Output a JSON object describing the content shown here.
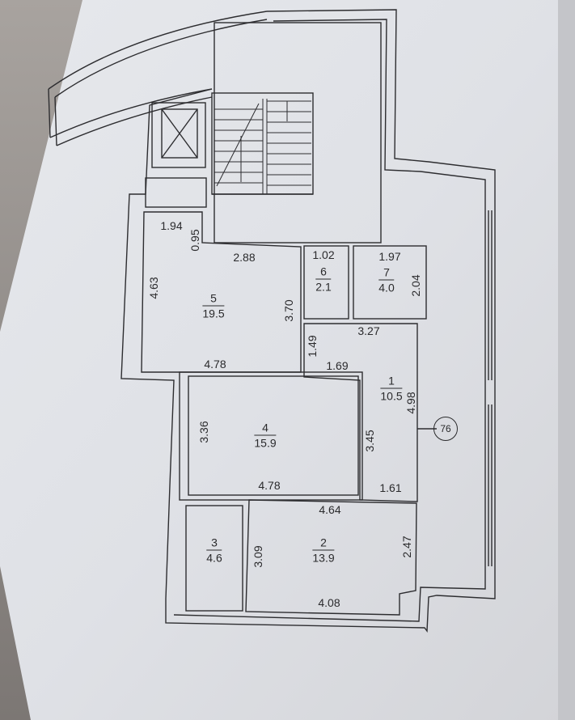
{
  "plan": {
    "rooms": [
      {
        "id": "room-1",
        "number": "1",
        "area": "10.5"
      },
      {
        "id": "room-2",
        "number": "2",
        "area": "13.9"
      },
      {
        "id": "room-3",
        "number": "3",
        "area": "4.6"
      },
      {
        "id": "room-4",
        "number": "4",
        "area": "15.9"
      },
      {
        "id": "room-5",
        "number": "5",
        "area": "19.5"
      },
      {
        "id": "room-6",
        "number": "6",
        "area": "2.1"
      },
      {
        "id": "room-7",
        "number": "7",
        "area": "4.0"
      }
    ],
    "dimensions": {
      "d_1_94": "1.94",
      "d_0_95": "0.95",
      "d_2_88": "2.88",
      "d_4_63": "4.63",
      "d_3_70": "3.70",
      "d_4_78_top": "4.78",
      "d_1_02": "1.02",
      "d_1_97": "1.97",
      "d_2_04": "2.04",
      "d_3_27": "3.27",
      "d_1_49": "1.49",
      "d_1_69": "1.69",
      "d_4_98": "4.98",
      "d_3_36": "3.36",
      "d_3_45": "3.45",
      "d_4_78_bottom": "4.78",
      "d_1_61": "1.61",
      "d_4_64": "4.64",
      "d_3_09": "3.09",
      "d_2_47": "2.47",
      "d_4_08": "4.08"
    },
    "marker": "76"
  }
}
